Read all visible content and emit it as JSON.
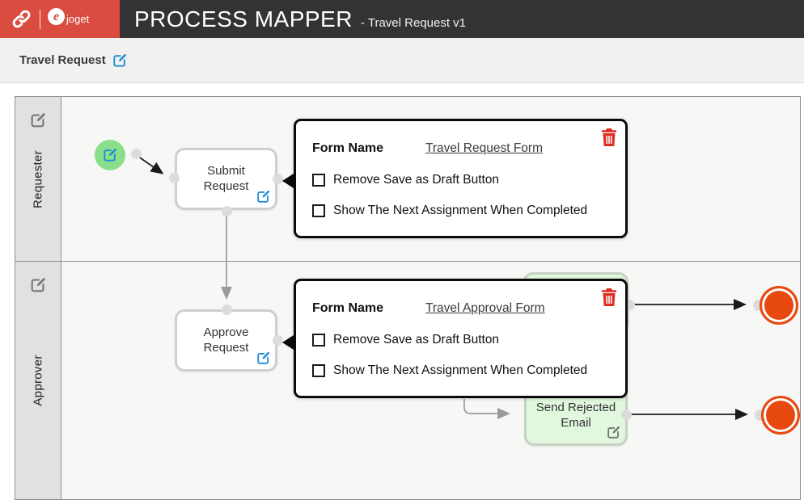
{
  "header": {
    "title": "PROCESS MAPPER",
    "subtitle": "- Travel Request v1",
    "brand": {
      "logo_letter": "e",
      "label": "joget"
    }
  },
  "breadcrumb": {
    "process_name": "Travel Request"
  },
  "lanes": [
    {
      "label": "Requester"
    },
    {
      "label": "Approver"
    }
  ],
  "nodes": {
    "submit_request": "Submit Request",
    "approve_request": "Approve Request",
    "send_rejected_email": "Send Rejected Email"
  },
  "popups": [
    {
      "field_label": "Form Name",
      "form_link": "Travel Request Form",
      "options": [
        {
          "label": "Remove Save as Draft Button",
          "checked": false
        },
        {
          "label": "Show The Next Assignment When Completed",
          "checked": false
        }
      ]
    },
    {
      "field_label": "Form Name",
      "form_link": "Travel Approval Form",
      "options": [
        {
          "label": "Remove Save as Draft Button",
          "checked": false
        },
        {
          "label": "Show The Next Assignment When Completed",
          "checked": false
        }
      ]
    }
  ],
  "icons": {
    "brand": "chain-link-icon",
    "edit": "edit-pencil-square-icon",
    "trash": "trash-can-icon",
    "end_event": "end-event-circle"
  },
  "colors": {
    "brand_red": "#D94C3F",
    "header_bar": "#333333",
    "accent_blue": "#1F8CD6",
    "start_green": "#8AE08A",
    "task_green": "#E1F7DE",
    "end_orange": "#E8490F",
    "trash_red": "#E02B20"
  }
}
